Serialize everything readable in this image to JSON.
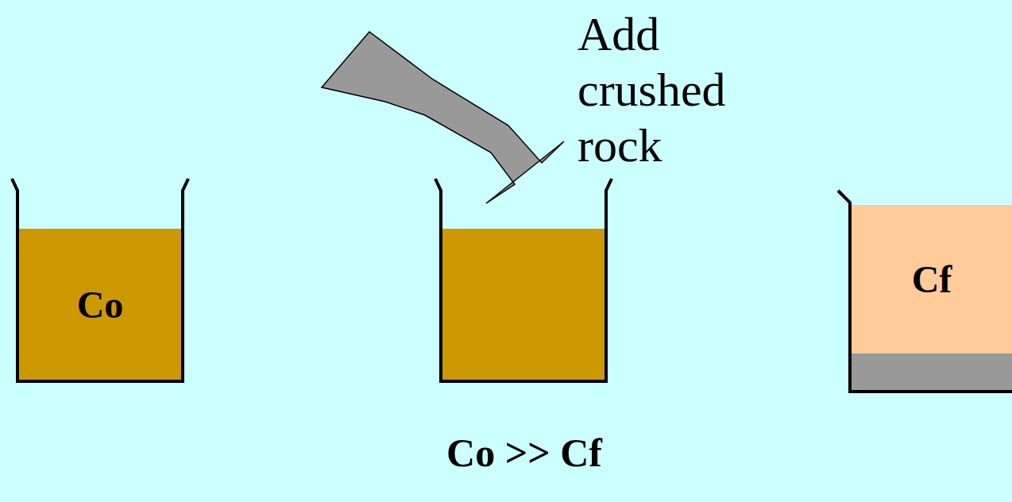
{
  "diagram": {
    "nodes": [
      {
        "text": [
          "Co"
        ]
      },
      {
        "text": [
          "Cf"
        ]
      }
    ],
    "labels": [
      "Add crushed rock",
      "Co >> Cf"
    ]
  }
}
